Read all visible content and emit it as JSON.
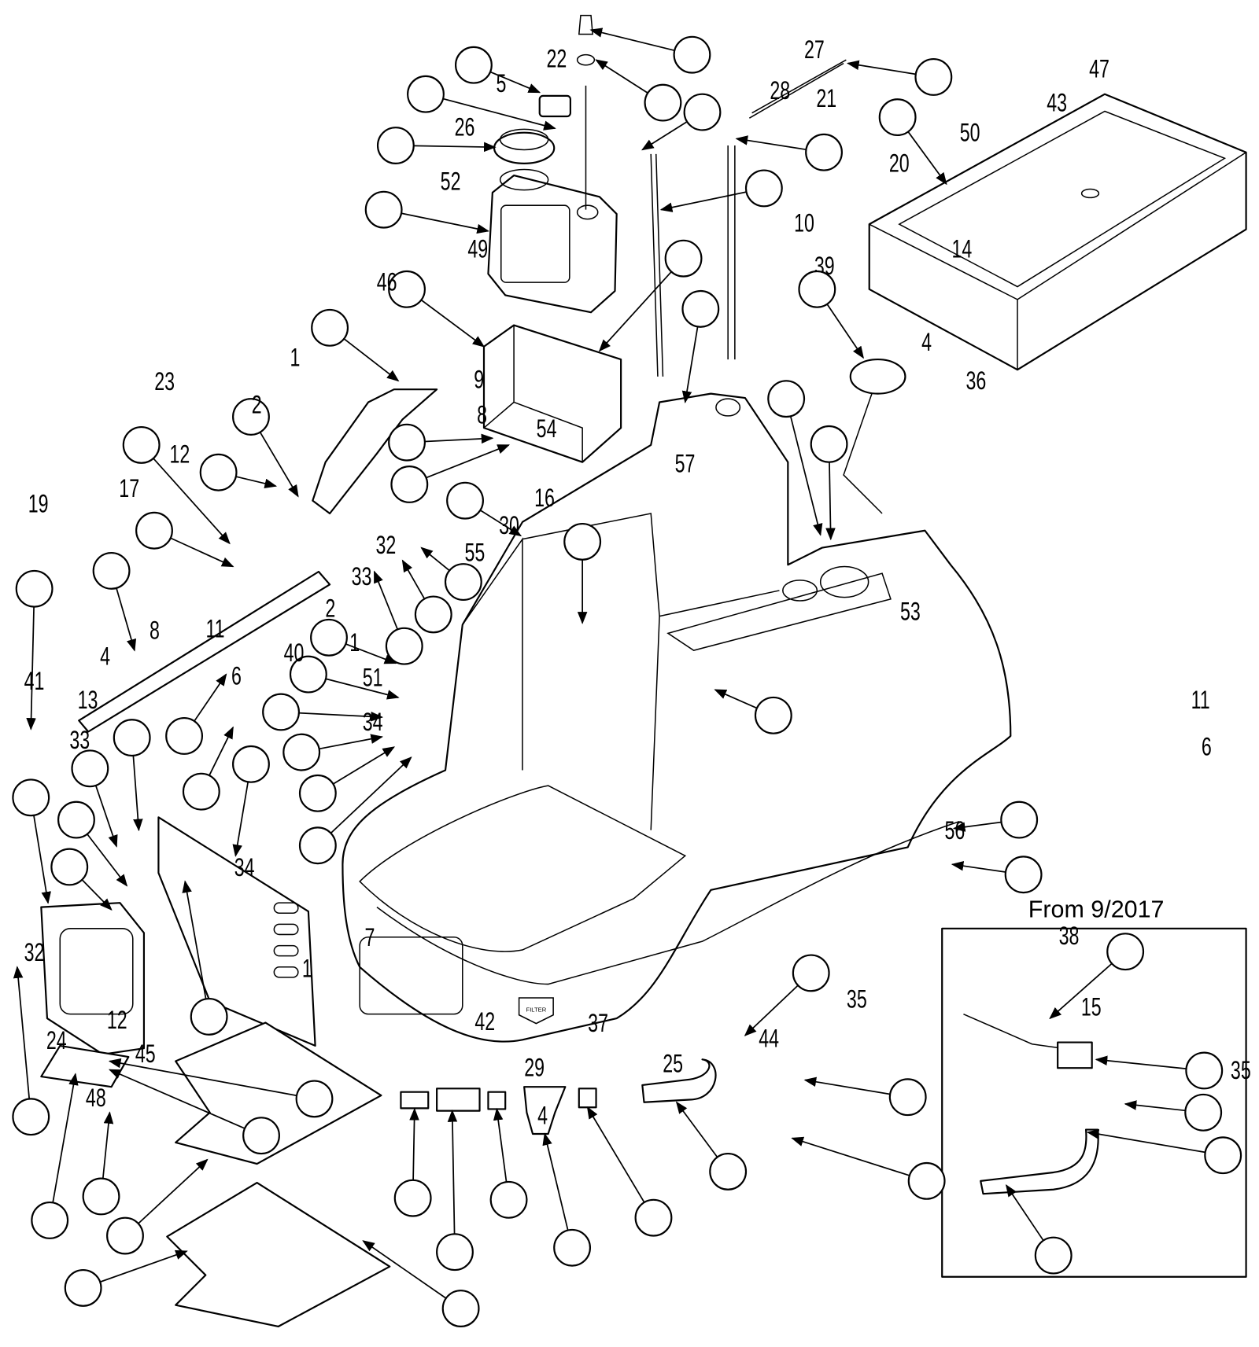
{
  "diagram": {
    "inset_title": "From 9/2017",
    "callouts": [
      "27",
      "47",
      "22",
      "28",
      "5",
      "21",
      "50",
      "43",
      "26",
      "20",
      "52",
      "10",
      "39",
      "14",
      "49",
      "46",
      "1",
      "23",
      "9",
      "4",
      "36",
      "2",
      "8",
      "54",
      "12",
      "57",
      "16",
      "17",
      "19",
      "30",
      "55",
      "32",
      "33",
      "53",
      "2",
      "11",
      "1",
      "51",
      "6",
      "34",
      "4",
      "8",
      "40",
      "41",
      "13",
      "33",
      "11",
      "6",
      "56",
      "34",
      "38",
      "7",
      "32",
      "1",
      "42",
      "29",
      "37",
      "25",
      "44",
      "35",
      "15",
      "24",
      "12",
      "45",
      "48",
      "4"
    ],
    "inset_callouts": [
      "56",
      "38",
      "58",
      "15",
      "35"
    ],
    "filter_label": "FILTER"
  }
}
